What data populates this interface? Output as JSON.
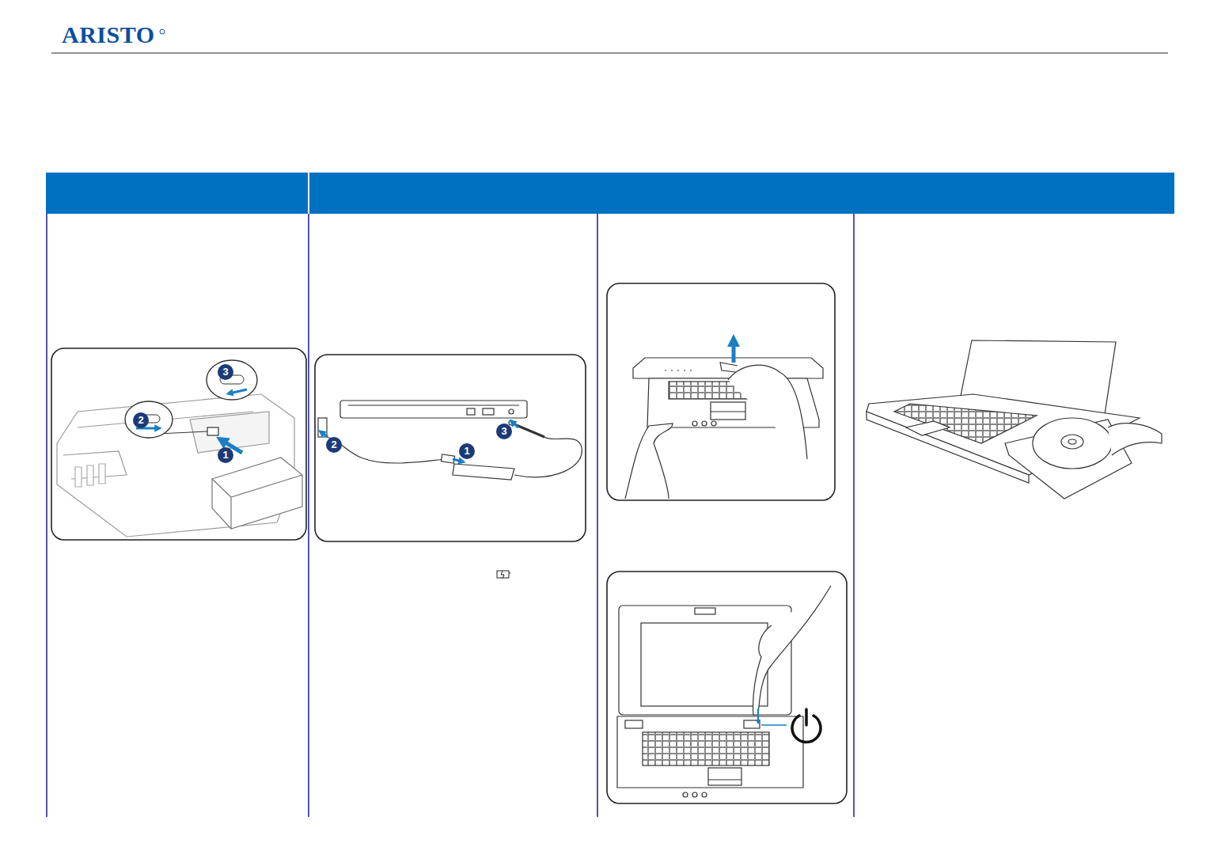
{
  "diagram": {
    "labels": [
      "ARISTO",
      "3",
      "2",
      "1",
      "2",
      "1",
      "3"
    ]
  }
}
